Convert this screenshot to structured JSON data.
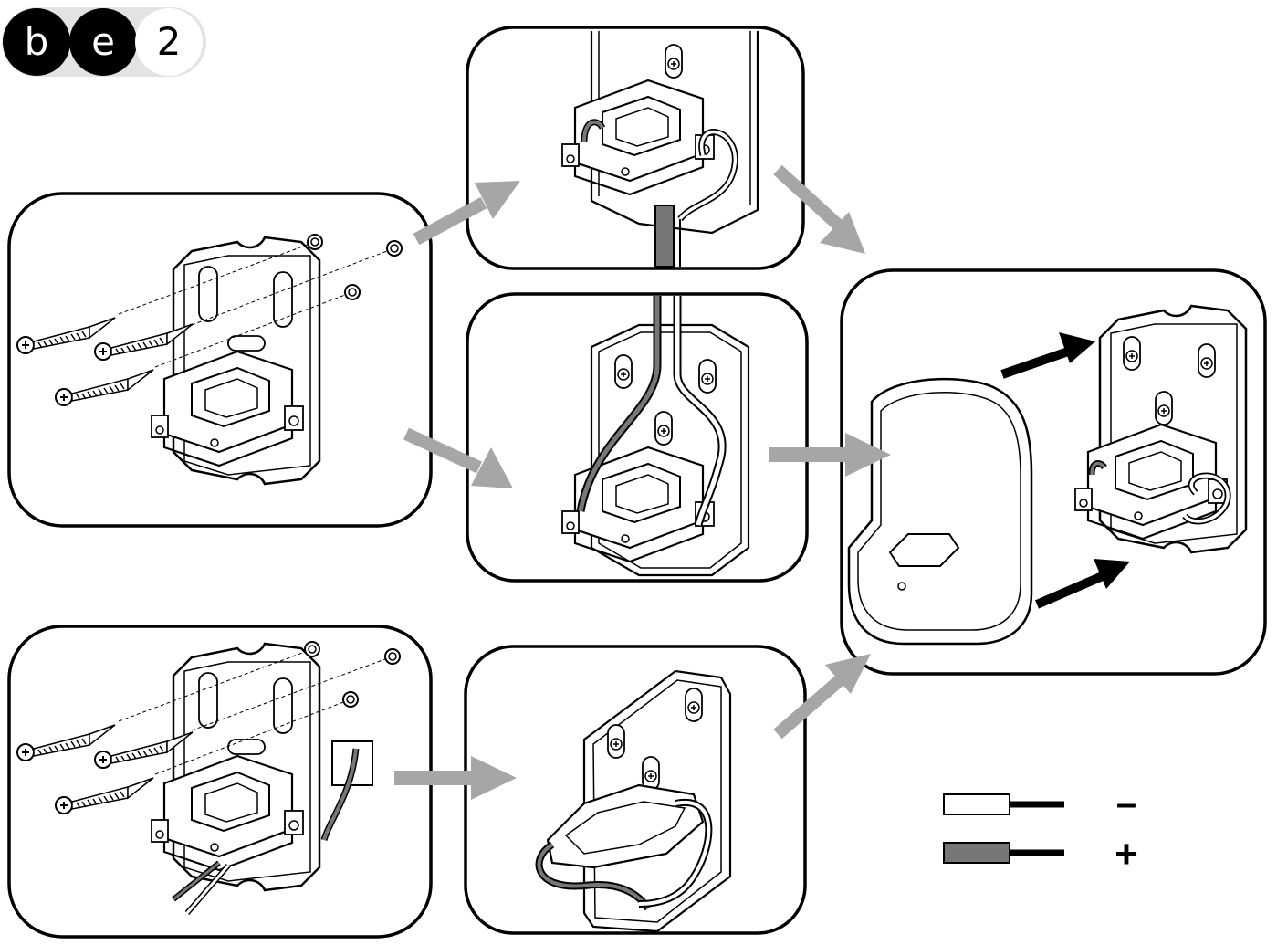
{
  "step_badge": {
    "letters": [
      "b",
      "e"
    ],
    "step_number": "2"
  },
  "legend": {
    "negative_symbol": "–",
    "positive_symbol": "+",
    "negative_wire_color": "#ffffff",
    "positive_wire_color": "#777777"
  },
  "colors": {
    "flow_arrow": "#a6a6a6",
    "insert_arrow": "#000000",
    "panel_border": "#000000",
    "wire_positive": "#777777"
  },
  "panels": [
    {
      "id": "mount-screws-a",
      "icon": "wall-plate-with-screws"
    },
    {
      "id": "mount-screws-b-wired",
      "icon": "wall-plate-with-screws-and-cable"
    },
    {
      "id": "wire-routing-top",
      "icon": "plate-wire-loop"
    },
    {
      "id": "wire-routing-middle",
      "icon": "plate-wire-routed"
    },
    {
      "id": "wire-routing-bottom",
      "icon": "plate-terminal-connection"
    },
    {
      "id": "attach-housing",
      "icon": "housing-slide-onto-plate"
    }
  ]
}
